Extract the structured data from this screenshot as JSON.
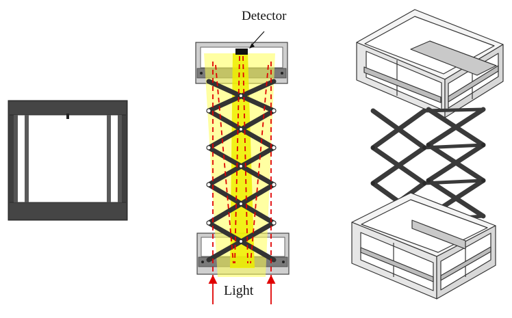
{
  "labels": {
    "detector": "Detector",
    "light": "Light"
  },
  "colors": {
    "frame_dark": "#3a3a3a",
    "frame_gray": "#8a8a8a",
    "light_beam": "#ffff66",
    "beam_core": "#f2ee00",
    "ray_dashed": "#e00000",
    "scissor_arm": "#2f2f2f",
    "outline": "#222222"
  },
  "panels": [
    {
      "view": "front-view-closed",
      "icon": "frame-front-icon"
    },
    {
      "view": "side-view-with-light-path",
      "icon": "scissor-side-icon"
    },
    {
      "view": "isometric-view-extended",
      "icon": "scissor-iso-icon"
    }
  ]
}
